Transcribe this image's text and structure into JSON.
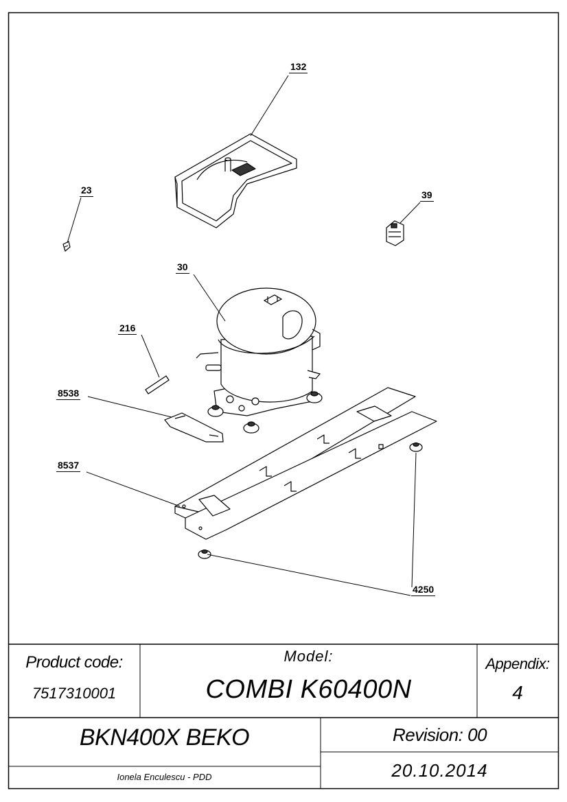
{
  "callouts": [
    {
      "id": "part-132",
      "label": "132"
    },
    {
      "id": "part-23",
      "label": "23"
    },
    {
      "id": "part-39",
      "label": "39"
    },
    {
      "id": "part-30",
      "label": "30"
    },
    {
      "id": "part-216",
      "label": "216"
    },
    {
      "id": "part-8538",
      "label": "8538"
    },
    {
      "id": "part-8537",
      "label": "8537"
    },
    {
      "id": "part-4250",
      "label": "4250"
    }
  ],
  "title_block": {
    "product_code_label": "Product code:",
    "product_code": "7517310001",
    "model_label": "Model:",
    "model": "COMBI K60400N",
    "appendix_label": "Appendix:",
    "appendix": "4",
    "product_name": "BKN400X BEKO",
    "revision": "Revision: 00",
    "author": "Ionela Enculescu - PDD",
    "date": "20.10.2014"
  }
}
